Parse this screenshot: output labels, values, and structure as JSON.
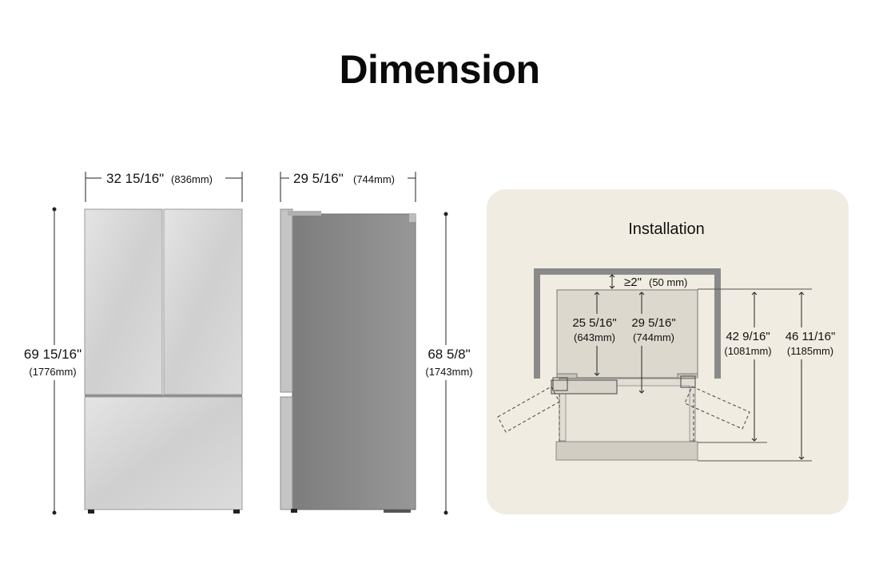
{
  "title": "Dimension",
  "front_view": {
    "width_in": "32 15/16\"",
    "width_mm": "(836mm)",
    "height_in": "69 15/16\"",
    "height_mm": "(1776mm)"
  },
  "side_view": {
    "depth_in": "29 5/16\"",
    "depth_mm": "(744mm)",
    "height_in": "68 5/8\"",
    "height_mm": "(1743mm)"
  },
  "installation": {
    "title": "Installation",
    "clearance_in": "≥2\"",
    "clearance_mm": "(50 mm)",
    "depth_a_in": "25 5/16\"",
    "depth_a_mm": "(643mm)",
    "depth_b_in": "29 5/16\"",
    "depth_b_mm": "(744mm)",
    "depth_c_in": "42 9/16\"",
    "depth_c_mm": "(1081mm)",
    "depth_d_in": "46 11/16\"",
    "depth_d_mm": "(1185mm)"
  },
  "colors": {
    "panel_bg": "#f1ece1",
    "steel_light": "#d3d3d3",
    "steel_side": "#8e8e8e",
    "wall": "#8a8a8a"
  }
}
